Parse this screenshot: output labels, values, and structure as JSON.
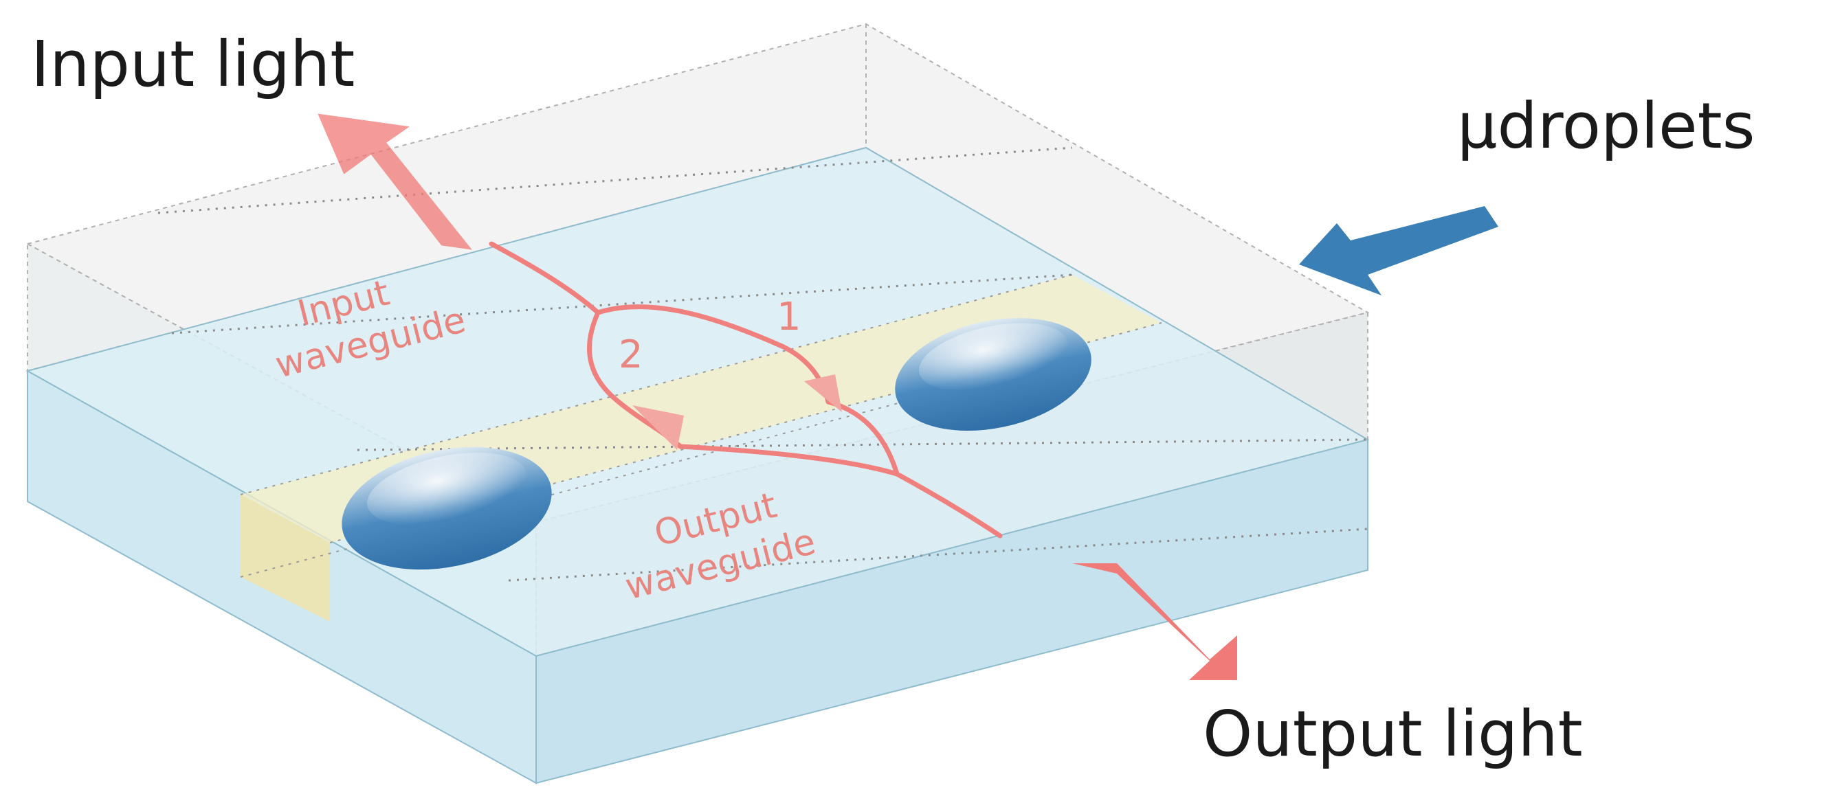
{
  "labels": {
    "input_light": "Input light",
    "output_light": "Output light",
    "droplets": "µdroplets",
    "input_waveguide_line1": "Input",
    "input_waveguide_line2": "waveguide",
    "output_waveguide_line1": "Output",
    "output_waveguide_line2": "waveguide",
    "branch_1": "1",
    "branch_2": "2"
  },
  "colors": {
    "light_arrow": "#f07a78",
    "droplet_arrow": "#3a7fb5",
    "waveguide_path": "#ee7f7c",
    "droplet_fill": "#4f8fc2",
    "top_slab": "#f2f2f2",
    "bottom_slab": "#dff0f7",
    "channel": "#f7f1c7"
  }
}
